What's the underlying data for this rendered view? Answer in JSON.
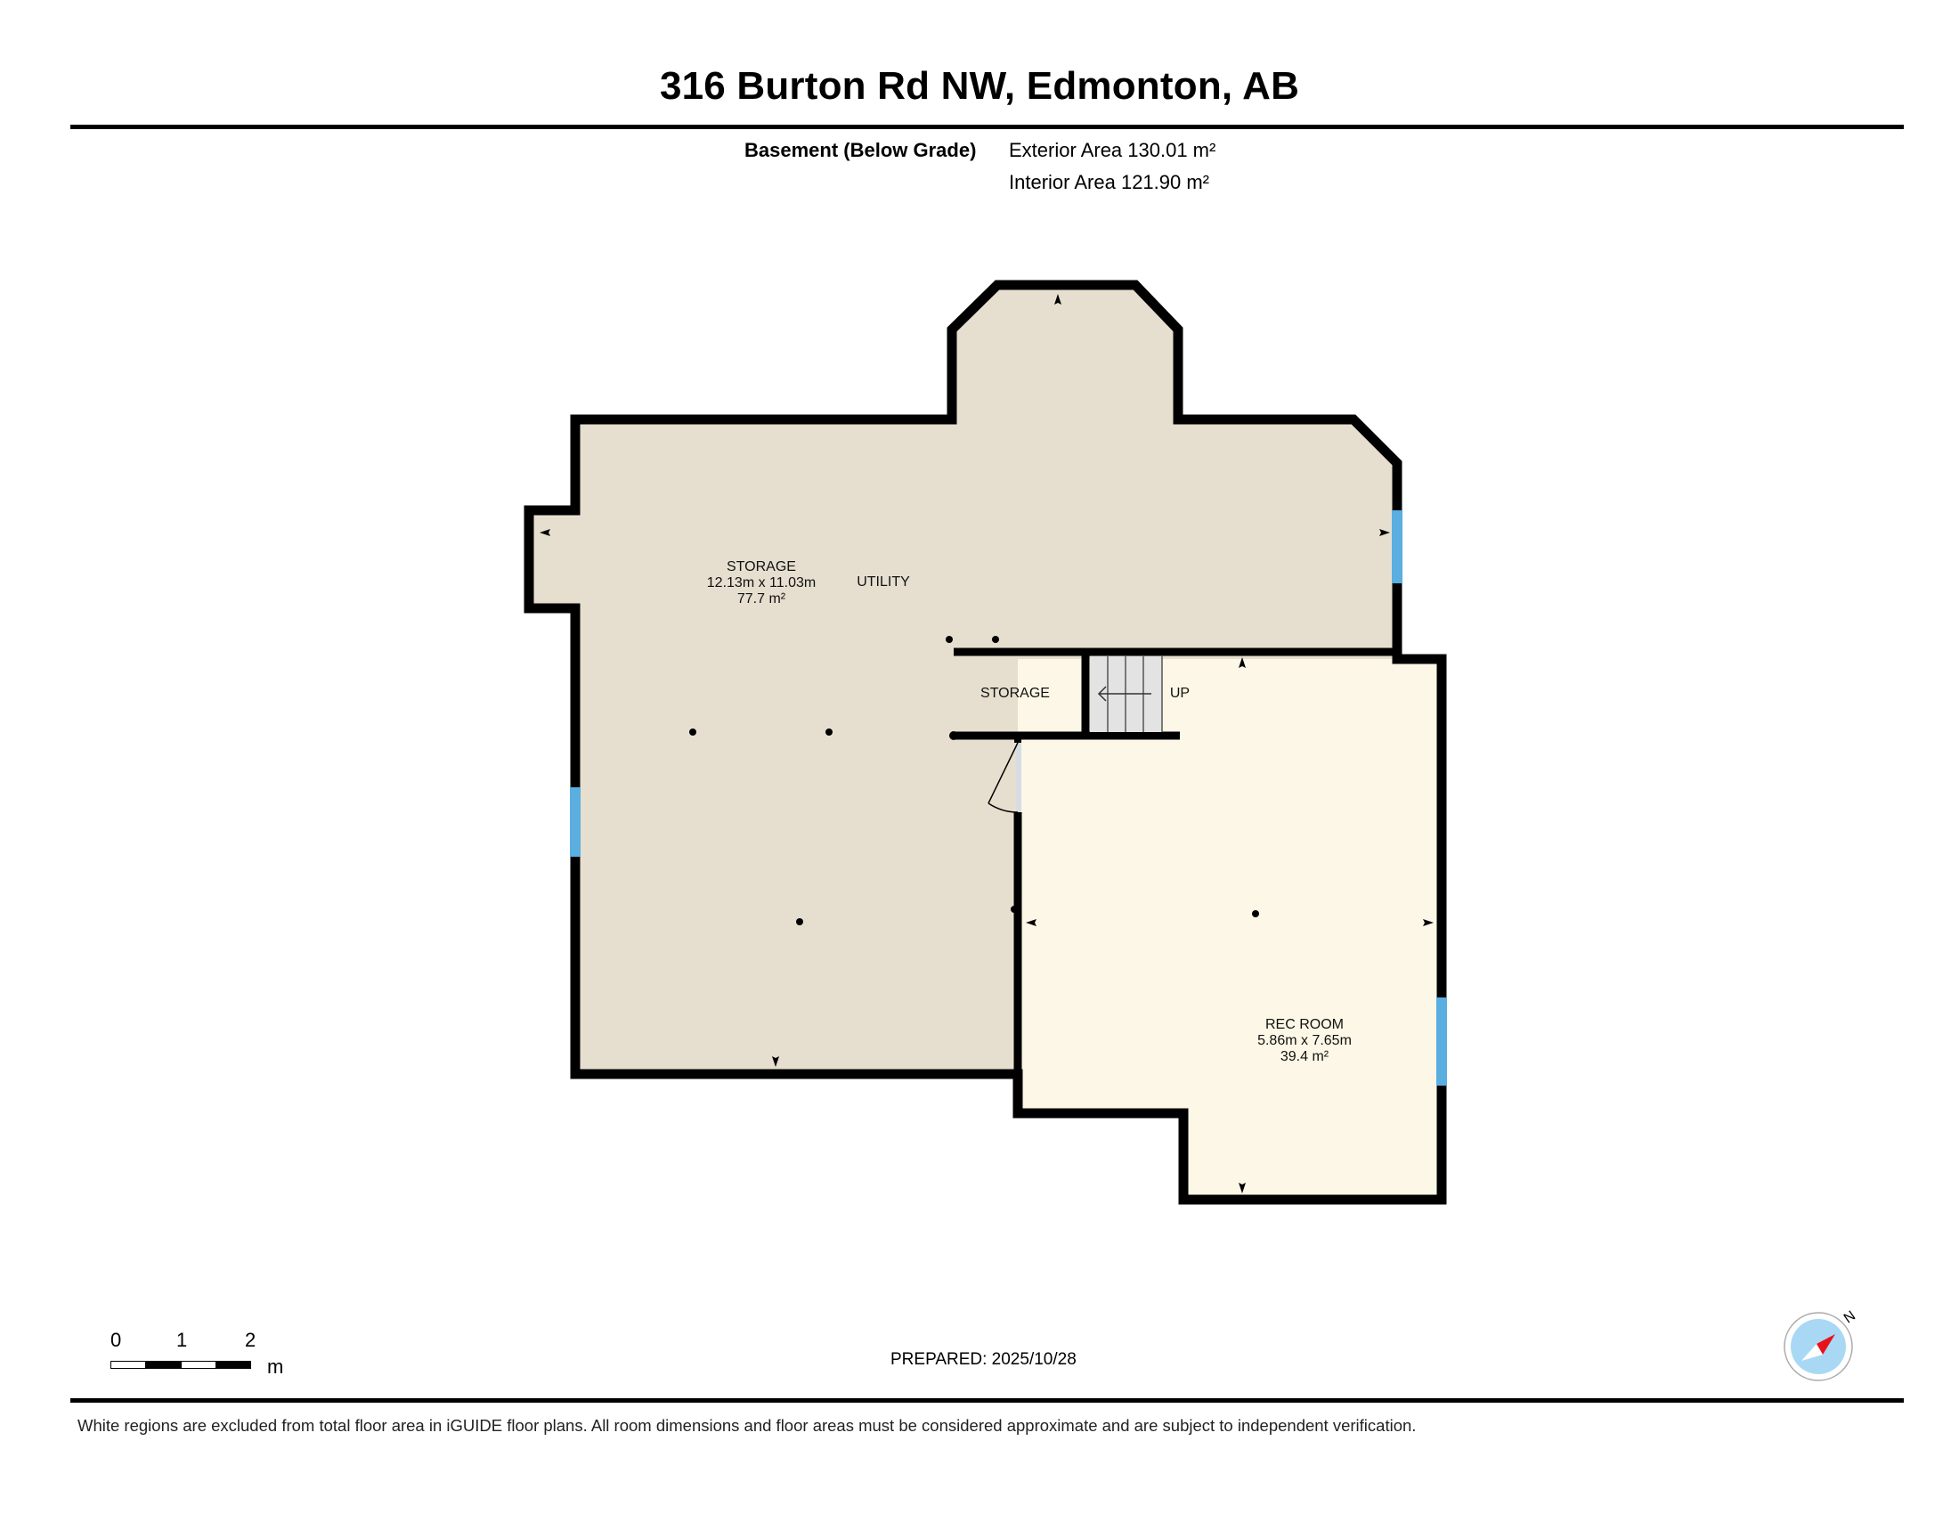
{
  "header": {
    "title": "316 Burton Rd NW, Edmonton, AB",
    "floor_label": "Basement (Below Grade)",
    "exterior_area": "Exterior Area 130.01 m²",
    "interior_area": "Interior Area 121.90 m²"
  },
  "rooms": [
    {
      "name": "STORAGE",
      "dimensions": "12.13m x 11.03m",
      "area": "77.7 m²"
    },
    {
      "name": "UTILITY"
    },
    {
      "name": "STORAGE"
    },
    {
      "name": "UP"
    },
    {
      "name": "REC ROOM",
      "dimensions": "5.86m x 7.65m",
      "area": "39.4 m²"
    }
  ],
  "colors": {
    "storage_fill": "#e6dfd0",
    "rec_fill": "#fcf7e6",
    "wall": "#000000",
    "window": "#5aaee0",
    "stair_fill": "#e3e3e3",
    "compass_ring": "#a9d8f5",
    "compass_needle": "#e8121a"
  },
  "scale_bar": {
    "ticks": [
      "0",
      "1",
      "2"
    ],
    "unit": "m"
  },
  "compass": {
    "label": "N"
  },
  "footer": {
    "prepared": "PREPARED: 2025/10/28",
    "disclaimer": "White regions are excluded from total floor area in iGUIDE floor plans. All room dimensions and floor areas must be considered approximate and are subject to independent verification."
  }
}
